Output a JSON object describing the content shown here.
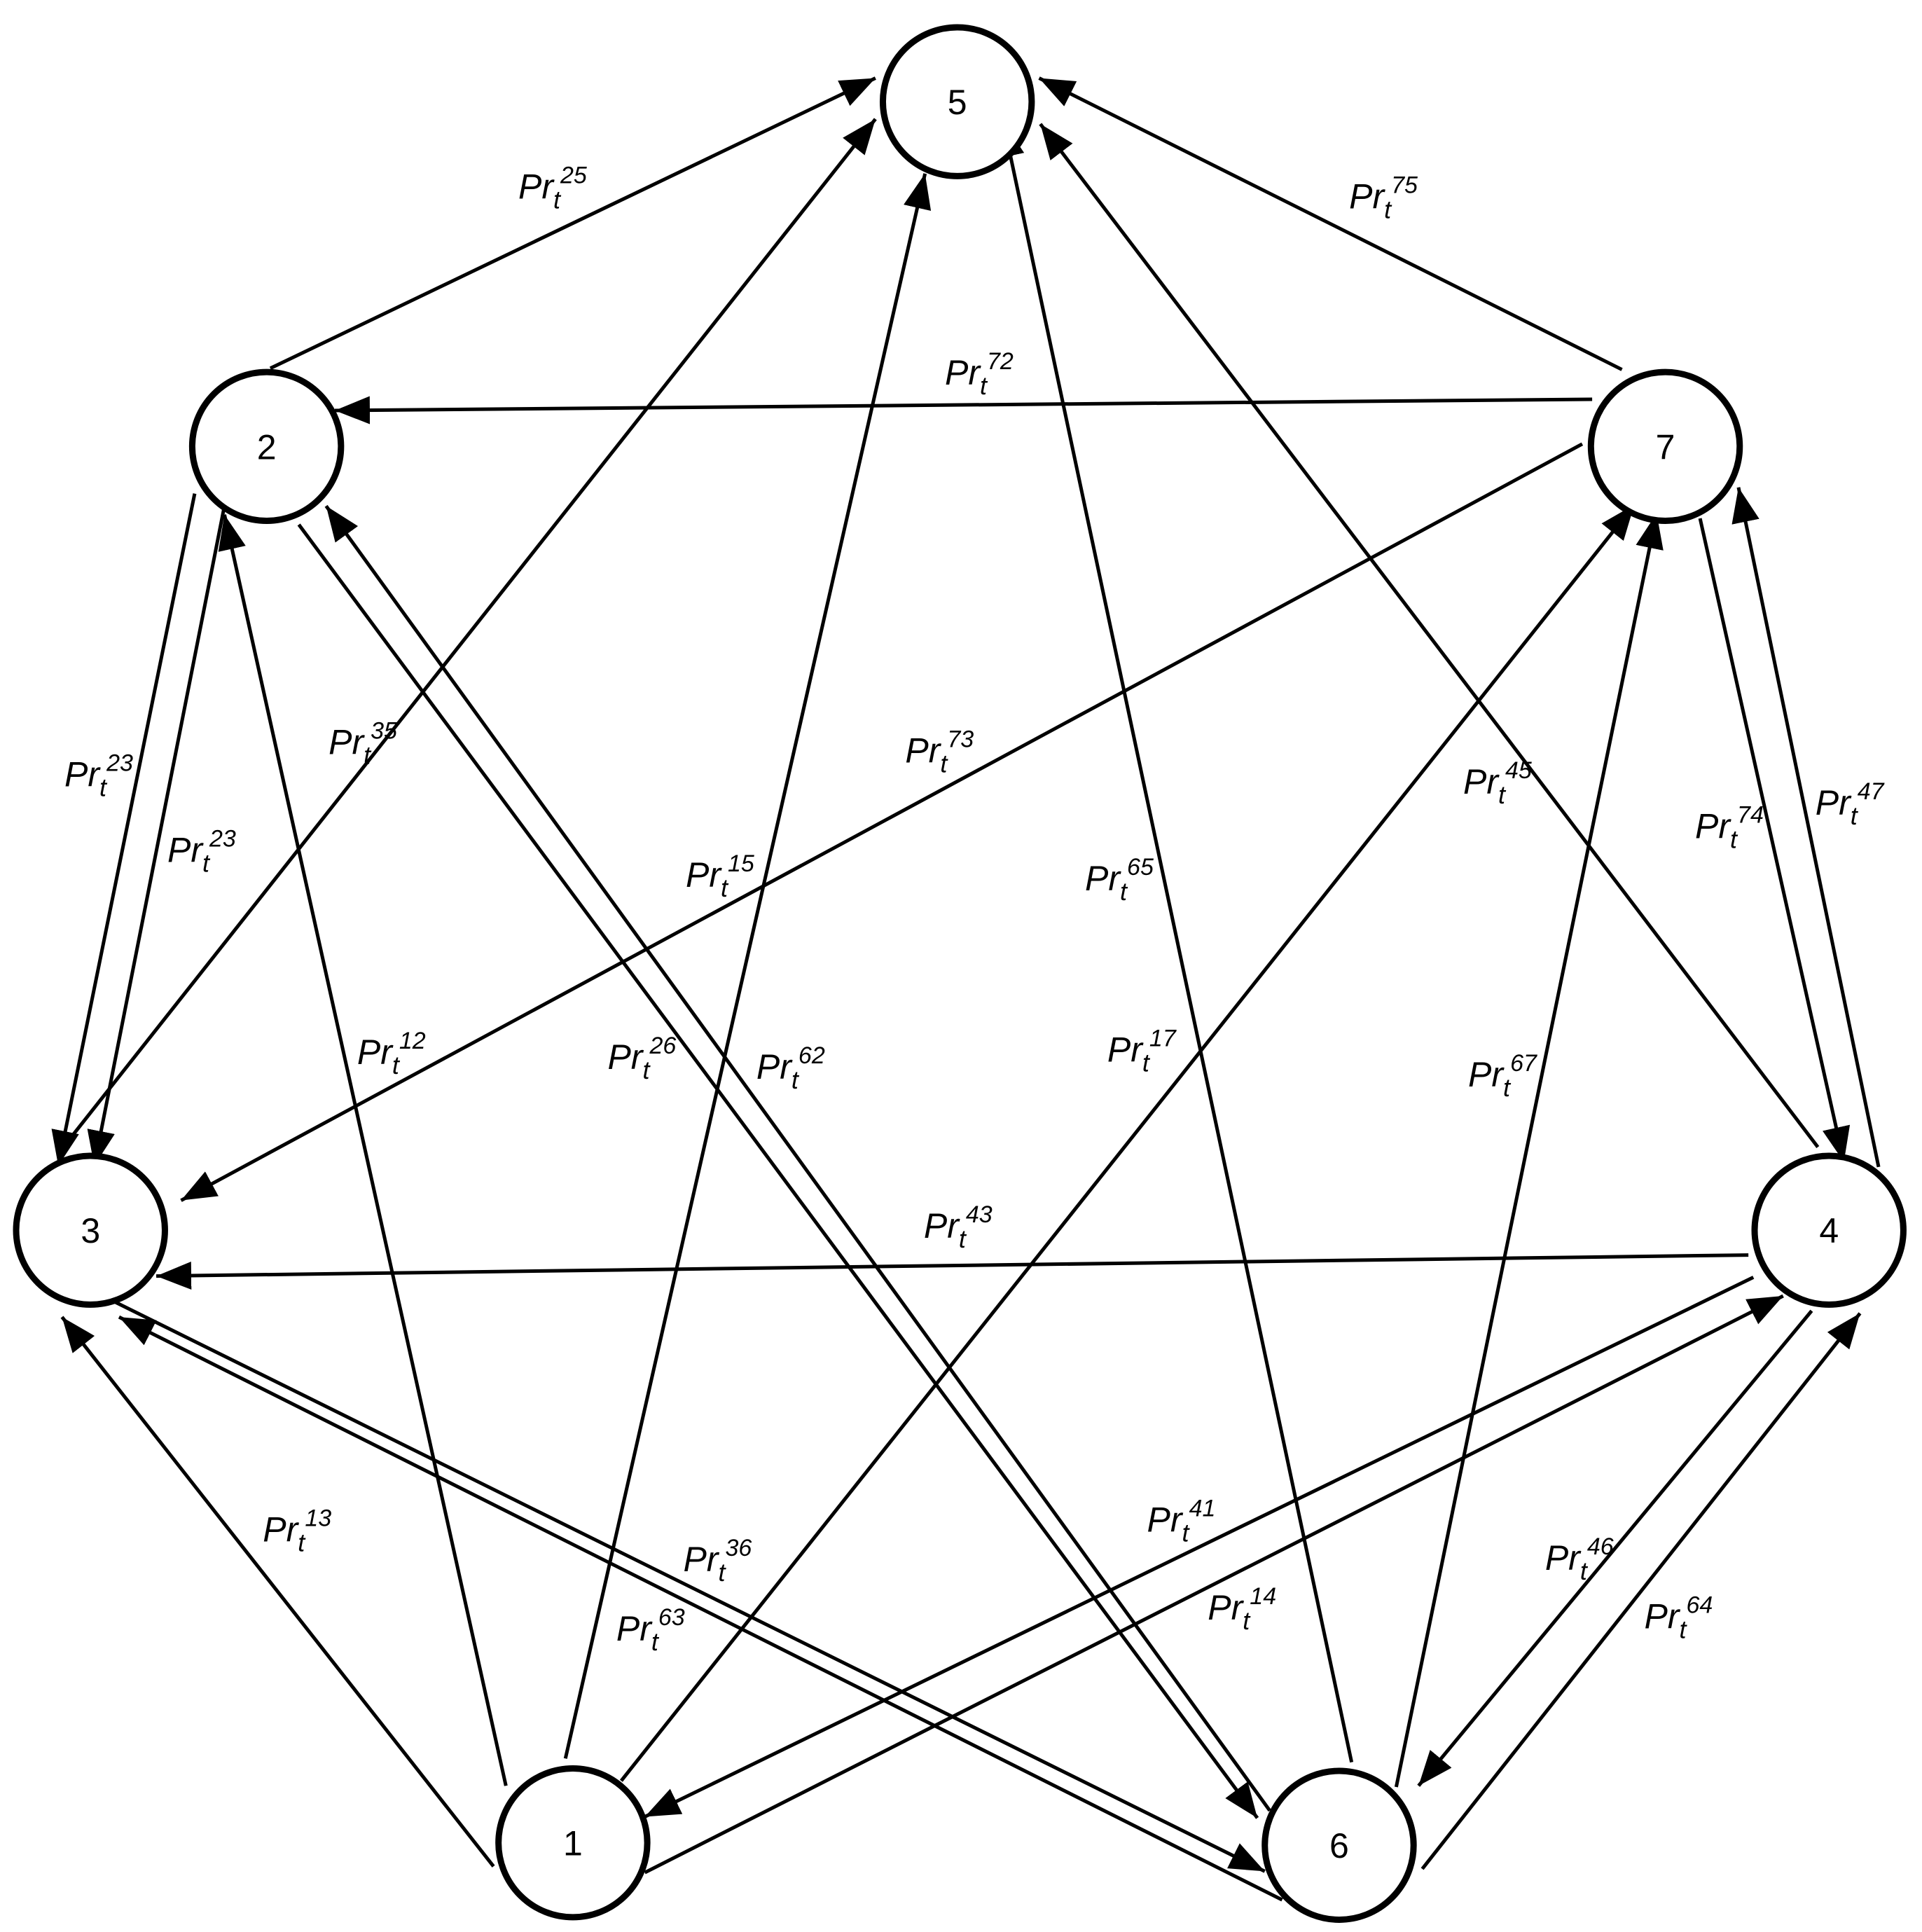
{
  "diagram": {
    "type": "directed-graph",
    "nodes": [
      {
        "id": "1",
        "label": "1"
      },
      {
        "id": "2",
        "label": "2"
      },
      {
        "id": "3",
        "label": "3"
      },
      {
        "id": "4",
        "label": "4"
      },
      {
        "id": "5",
        "label": "5"
      },
      {
        "id": "6",
        "label": "6"
      },
      {
        "id": "7",
        "label": "7"
      }
    ],
    "edges": [
      {
        "from": "2",
        "to": "5",
        "label": "Pr",
        "sub": "t",
        "sup": "25"
      },
      {
        "from": "7",
        "to": "5",
        "label": "Pr",
        "sub": "t",
        "sup": "75"
      },
      {
        "from": "7",
        "to": "2",
        "label": "Pr",
        "sub": "t",
        "sup": "72"
      },
      {
        "from": "2",
        "to": "3",
        "label": "Pr",
        "sub": "t",
        "sup": "23"
      },
      {
        "from": "2",
        "to": "3",
        "label": "Pr",
        "sub": "t",
        "sup": "23"
      },
      {
        "from": "3",
        "to": "5",
        "label": "Pr",
        "sub": "t",
        "sup": "35"
      },
      {
        "from": "7",
        "to": "3",
        "label": "Pr",
        "sub": "t",
        "sup": "73"
      },
      {
        "from": "1",
        "to": "5",
        "label": "Pr",
        "sub": "t",
        "sup": "15"
      },
      {
        "from": "1",
        "to": "2",
        "label": "Pr",
        "sub": "t",
        "sup": "12"
      },
      {
        "from": "2",
        "to": "6",
        "label": "Pr",
        "sub": "t",
        "sup": "26"
      },
      {
        "from": "6",
        "to": "2",
        "label": "Pr",
        "sub": "t",
        "sup": "62"
      },
      {
        "from": "6",
        "to": "5",
        "label": "Pr",
        "sub": "t",
        "sup": "65"
      },
      {
        "from": "1",
        "to": "7",
        "label": "Pr",
        "sub": "t",
        "sup": "17"
      },
      {
        "from": "4",
        "to": "5",
        "label": "Pr",
        "sub": "t",
        "sup": "45"
      },
      {
        "from": "6",
        "to": "7",
        "label": "Pr",
        "sub": "t",
        "sup": "67"
      },
      {
        "from": "7",
        "to": "4",
        "label": "Pr",
        "sub": "t",
        "sup": "74"
      },
      {
        "from": "4",
        "to": "7",
        "label": "Pr",
        "sub": "t",
        "sup": "47"
      },
      {
        "from": "4",
        "to": "3",
        "label": "Pr",
        "sub": "t",
        "sup": "43"
      },
      {
        "from": "1",
        "to": "3",
        "label": "Pr",
        "sub": "t",
        "sup": "13"
      },
      {
        "from": "3",
        "to": "6",
        "label": "Pr",
        "sub": "t",
        "sup": "36"
      },
      {
        "from": "6",
        "to": "3",
        "label": "Pr",
        "sub": "t",
        "sup": "63"
      },
      {
        "from": "4",
        "to": "1",
        "label": "Pr",
        "sub": "t",
        "sup": "41"
      },
      {
        "from": "1",
        "to": "4",
        "label": "Pr",
        "sub": "t",
        "sup": "14"
      },
      {
        "from": "4",
        "to": "6",
        "label": "Pr",
        "sub": "t",
        "sup": "46"
      },
      {
        "from": "6",
        "to": "4",
        "label": "Pr",
        "sub": "t",
        "sup": "64"
      }
    ]
  }
}
